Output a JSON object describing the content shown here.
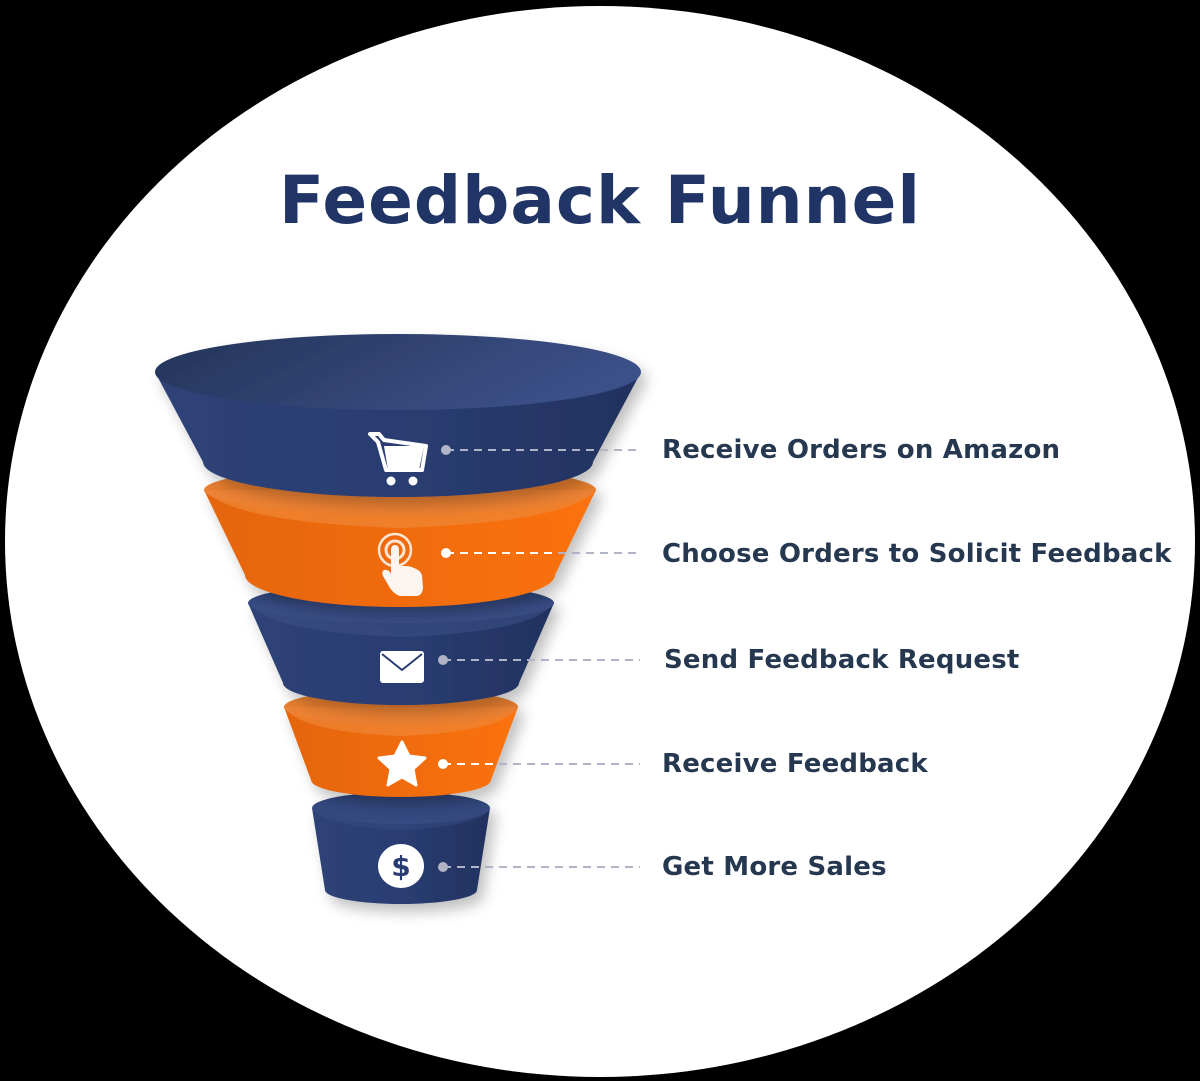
{
  "title": "Feedback Funnel",
  "colors": {
    "navy": "#2a3d72",
    "navy_dark": "#22325f",
    "navy_top": "#34497f",
    "orange": "#f26c0a",
    "orange_light": "#f08a3a",
    "title": "#213466",
    "label": "#263850",
    "dash": "#b0b4c6",
    "background": "#000000",
    "circle": "#ffffff"
  },
  "steps": [
    {
      "label": "Receive Orders on Amazon",
      "icon": "shopping-cart-icon",
      "color": "navy"
    },
    {
      "label": "Choose Orders to Solicit Feedback",
      "icon": "tap-hand-icon",
      "color": "orange"
    },
    {
      "label": "Send Feedback Request",
      "icon": "envelope-icon",
      "color": "navy"
    },
    {
      "label": "Receive Feedback",
      "icon": "star-icon",
      "color": "orange"
    },
    {
      "label": "Get More Sales",
      "icon": "dollar-coin-icon",
      "color": "navy"
    }
  ]
}
